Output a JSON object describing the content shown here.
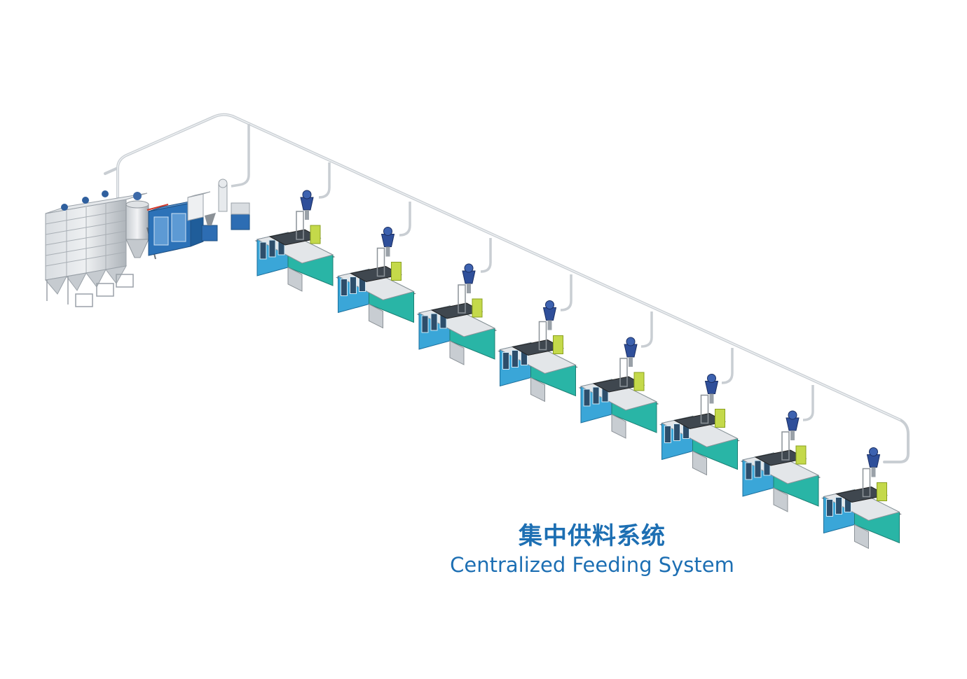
{
  "caption": {
    "title_cn": "集中供料系统",
    "title_en": "Centralized Feeding System"
  },
  "colors": {
    "text_blue": "#1d6fb3",
    "machine_blue": "#3aa6d8",
    "machine_teal": "#29b5a6",
    "silo_grey": "#b9bec4",
    "pipe": "#c9ced3"
  },
  "machines": [
    {
      "id": 1
    },
    {
      "id": 2
    },
    {
      "id": 3
    },
    {
      "id": 4
    },
    {
      "id": 5
    },
    {
      "id": 6
    },
    {
      "id": 7
    },
    {
      "id": 8
    }
  ]
}
